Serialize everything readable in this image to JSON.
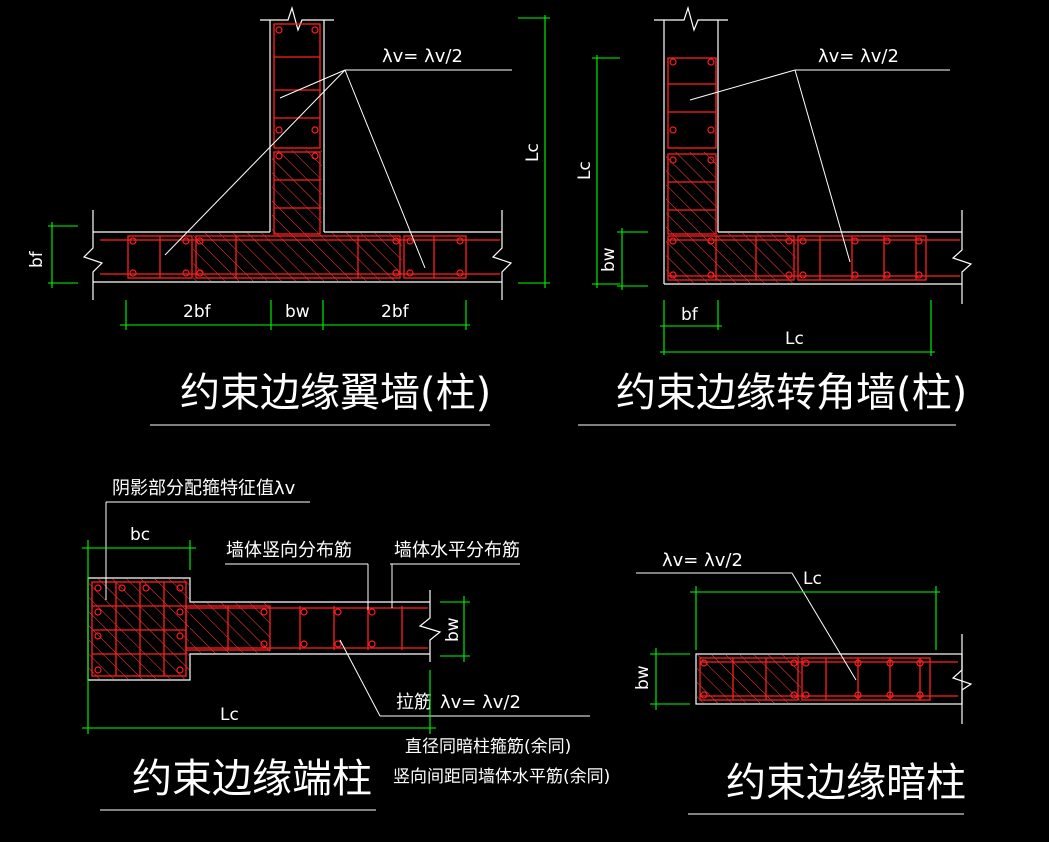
{
  "diagram": {
    "panels": {
      "flange_wall": {
        "title": "约束边缘翼墙(柱)",
        "lambda": "λv= λv/2",
        "dims": {
          "bf": "bf",
          "left": "2bf",
          "mid": "bw",
          "right": "2bf",
          "lc": "Lc"
        }
      },
      "corner_wall": {
        "title": "约束边缘转角墙(柱)",
        "lambda": "λv= λv/2",
        "dims": {
          "lc_vert": "Lc",
          "bw": "bw",
          "bf": "bf",
          "lc_horiz": "Lc"
        }
      },
      "end_column": {
        "title": "约束边缘端柱",
        "shadow_label": "阴影部分配箍特征值λv",
        "vertical_bar": "墙体竖向分布筋",
        "horizontal_bar": "墙体水平分布筋",
        "tie_bar": "拉筋",
        "lambda": "λv= λv/2",
        "note1": "直径同暗柱箍筋(余同)",
        "note2": "竖向间距同墙体水平筋(余同)",
        "dims": {
          "bc": "bc",
          "bw": "bw",
          "lc": "Lc"
        }
      },
      "hidden_column": {
        "title": "约束边缘暗柱",
        "lambda": "λv= λv/2",
        "dims": {
          "lc": "Lc",
          "bw": "bw"
        }
      }
    },
    "colors": {
      "background": "#000000",
      "outline": "#ffffff",
      "rebar": "#ff2020",
      "hatch": "#ff4040",
      "dimension": "#00ff00",
      "text": "#ffffff"
    }
  }
}
